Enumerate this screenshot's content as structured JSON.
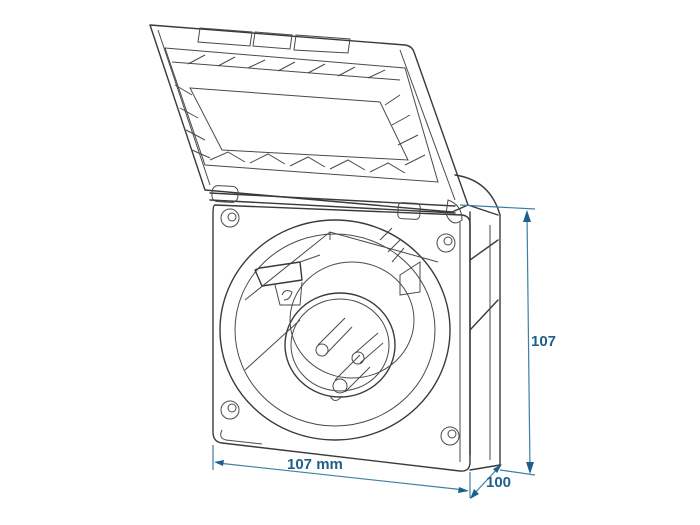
{
  "figure": {
    "subject": "Electrical inlet socket with hinged lid",
    "dimensions": {
      "width_label": "107 mm",
      "height_label": "107",
      "depth_label": "100"
    },
    "colors": {
      "line": "#3a3a3a",
      "dimension_line": "#3d7fa6",
      "dimension_text": "#1f5f8b",
      "background": "#ffffff"
    }
  }
}
